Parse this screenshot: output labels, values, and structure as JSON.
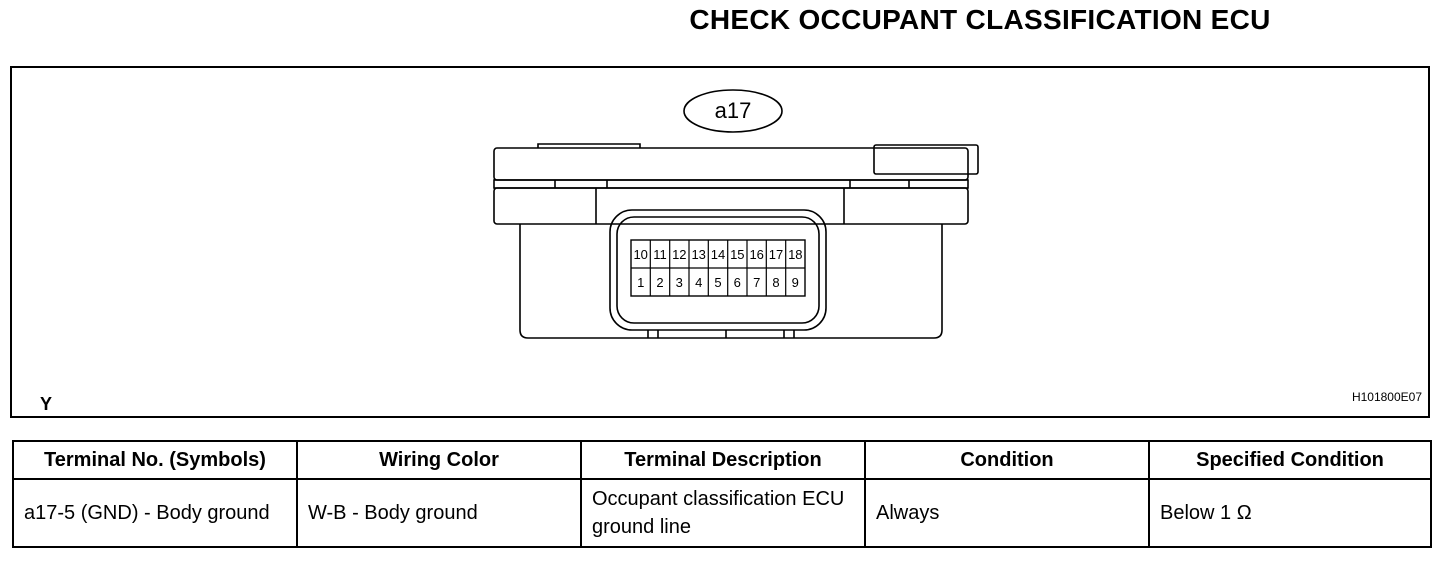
{
  "page": {
    "title": "CHECK OCCUPANT CLASSIFICATION ECU"
  },
  "figure": {
    "connector_label": "a17",
    "pins_top": [
      "10",
      "11",
      "12",
      "13",
      "14",
      "15",
      "16",
      "17",
      "18"
    ],
    "pins_bottom": [
      "1",
      "2",
      "3",
      "4",
      "5",
      "6",
      "7",
      "8",
      "9"
    ],
    "corner_letter": "Y",
    "figure_code": "H101800E07"
  },
  "table": {
    "headers": [
      "Terminal No. (Symbols)",
      "Wiring Color",
      "Terminal Description",
      "Condition",
      "Specified Condition"
    ],
    "rows": [
      [
        "a17-5 (GND) - Body ground",
        "W-B - Body ground",
        "Occupant classification ECU ground line",
        "Always",
        "Below 1 Ω"
      ]
    ]
  }
}
